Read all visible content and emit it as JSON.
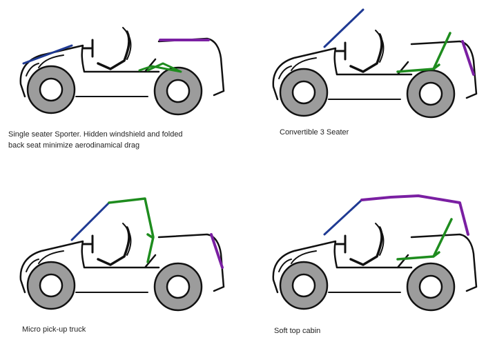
{
  "captions": {
    "single_seater": [
      "Single seater Sporter. Hidden windshield and folded",
      "back seat minimize aerodinamical drag"
    ],
    "convertible": "Convertible 3 Seater",
    "pickup": "Micro pick-up truck",
    "soft_top": "Soft top cabin"
  },
  "colors": {
    "outline": "#111111",
    "tire": "#9c9c9c",
    "windshield": "#1f3a93",
    "seat_frame": "#1e8c1e",
    "roof": "#7a1fa2"
  },
  "icons": {
    "vehicle": "buggy-side-view",
    "tire": "wheel-icon",
    "steering": "steering-wheel-icon",
    "seat": "seat-icon"
  }
}
